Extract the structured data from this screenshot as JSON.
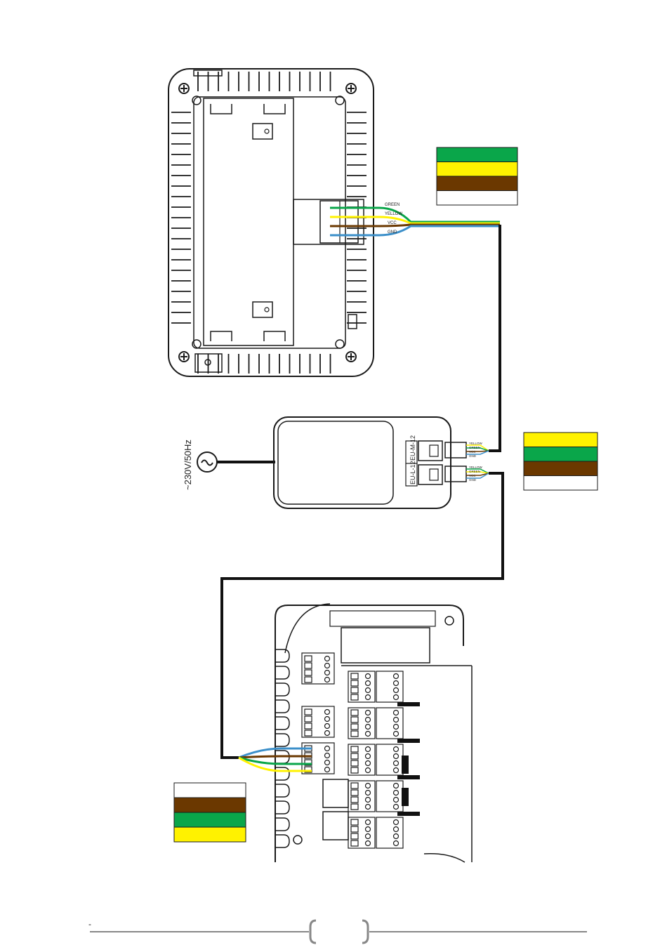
{
  "colors": {
    "green": "#0aa64a",
    "yellow": "#fff200",
    "brown": "#6b3800",
    "white": "#ffffff",
    "blue": "#3b8fc9",
    "black": "#111111",
    "outline": "#1a1a1a"
  },
  "panel_wire_labels": [
    "GREEN",
    "YELLOW",
    "VCC",
    "GND"
  ],
  "power_supply": {
    "mains_label": "~230V/50Hz",
    "port_top_label": "EU-M-12",
    "port_bottom_label": "EU-L-12",
    "top_connector_labels": [
      "YELLOW",
      "GREEN",
      "VCC",
      "GND"
    ],
    "bottom_connector_labels": [
      "YELLOW",
      "GREEN",
      "VCC",
      "GND"
    ]
  },
  "legend_top": [
    "green",
    "yellow",
    "brown",
    "white"
  ],
  "legend_mid": [
    "yellow",
    "green",
    "brown",
    "white"
  ],
  "legend_bottom": [
    "white",
    "brown",
    "green",
    "yellow"
  ],
  "footer": {
    "dash": "-"
  }
}
